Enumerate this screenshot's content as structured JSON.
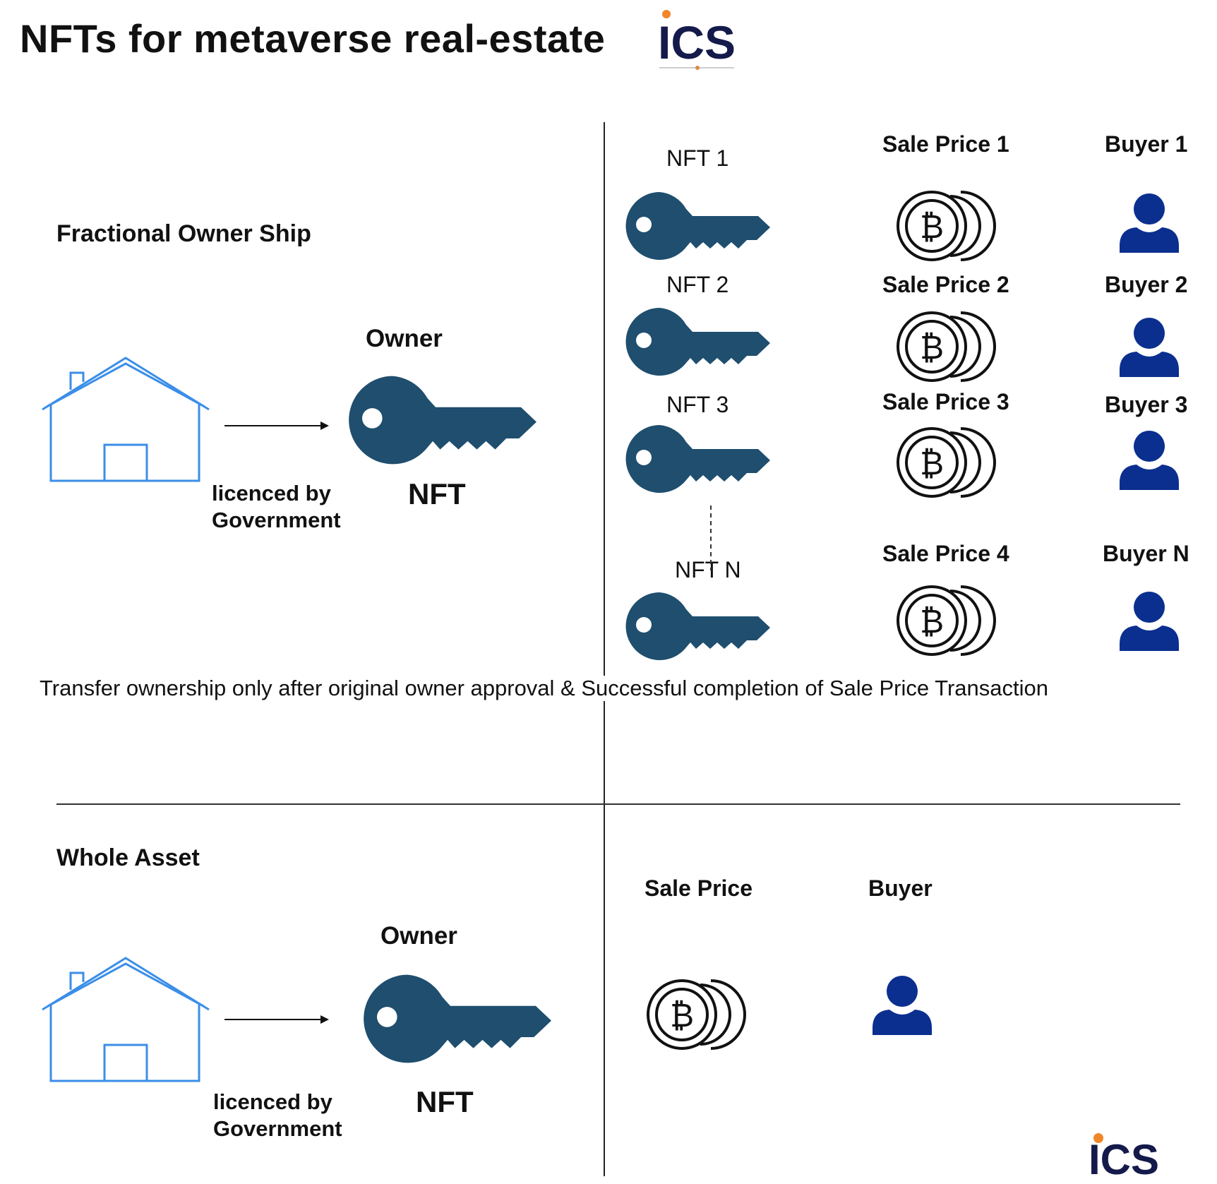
{
  "header": {
    "title": "NFTs for metaverse real-estate",
    "logo_text": "ICS"
  },
  "fractional": {
    "section_title": "Fractional Owner Ship",
    "owner_label": "Owner",
    "nft_label": "NFT",
    "licence_line1": "licenced by",
    "licence_line2": "Government",
    "nfts": [
      "NFT 1",
      "NFT 2",
      "NFT 3",
      "NFT N"
    ],
    "prices": [
      "Sale Price 1",
      "Sale Price 2",
      "Sale Price 3",
      "Sale Price 4"
    ],
    "buyers": [
      "Buyer 1",
      "Buyer 2",
      "Buyer 3",
      "Buyer N"
    ],
    "note": "Transfer ownership only after original owner approval & Successful completion of Sale Price Transaction"
  },
  "whole": {
    "section_title": "Whole Asset",
    "owner_label": "Owner",
    "nft_label": "NFT",
    "licence_line1": "licenced by",
    "licence_line2": "Government",
    "price_label": "Sale Price",
    "buyer_label": "Buyer"
  },
  "footer": {
    "logo_text": "ICS"
  },
  "colors": {
    "key": "#1f4e6e",
    "house": "#3b8ee8",
    "person": "#0b2f8f",
    "logo_dot": "#f0862a",
    "logo_text": "#141a4a"
  }
}
